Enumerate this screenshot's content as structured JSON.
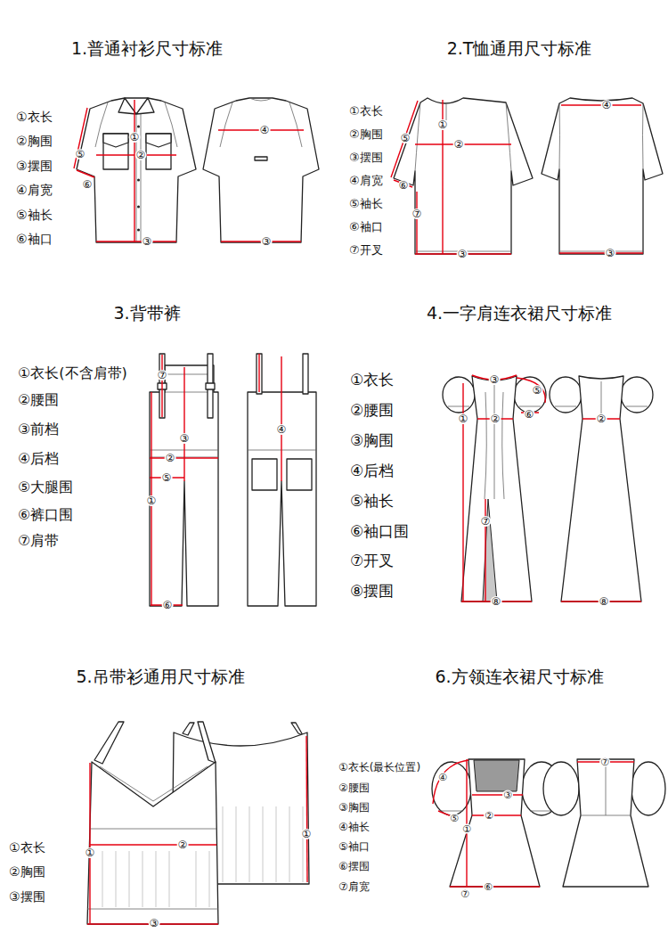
{
  "diagram": {
    "labels": [
      "1.普通衬衫尺寸标准",
      "①衣长",
      "②胸围",
      "③摆围",
      "④肩宽",
      "⑤袖长",
      "⑥袖口",
      "①",
      "②",
      "⑤",
      "⑥",
      "③",
      "④",
      "③",
      "2.T恤通用尺寸标准",
      "①衣长",
      "②胸围",
      "③摆围",
      "④肩宽",
      "⑤袖长",
      "⑥袖口",
      "⑦开叉",
      "⑤",
      "①",
      "②",
      "⑥",
      "⑦",
      "③",
      "④",
      "③",
      "3.背带裤",
      "①衣长(不含肩带)",
      "②腰围",
      "③前档",
      "④后档",
      "⑤大腿围",
      "⑥裤口围",
      "⑦肩带",
      "⑦",
      "③",
      "②",
      "⑤",
      "①",
      "⑥",
      "④",
      "4.一字肩连衣裙尺寸标准",
      "①衣长",
      "②腰围",
      "③胸围",
      "④后档",
      "⑤袖长",
      "⑥袖口围",
      "⑦开叉",
      "⑧摆围",
      "③",
      "⑤",
      "①",
      "②",
      "⑥",
      "⑦",
      "⑧",
      "②",
      "⑧",
      "5.吊带衫通用尺寸标准",
      "①衣长",
      "②胸围",
      "③摆围",
      "②",
      "①",
      "①",
      "③",
      "6.方领连衣裙尺寸标准",
      "①衣长(最长位置)",
      "②腰围",
      "③胸围",
      "④袖长",
      "⑤袖口",
      "⑥摆围",
      "⑦肩宽",
      "④",
      "⑤",
      "③",
      "①",
      "②",
      "⑥",
      "⑦",
      "⑦"
    ]
  }
}
